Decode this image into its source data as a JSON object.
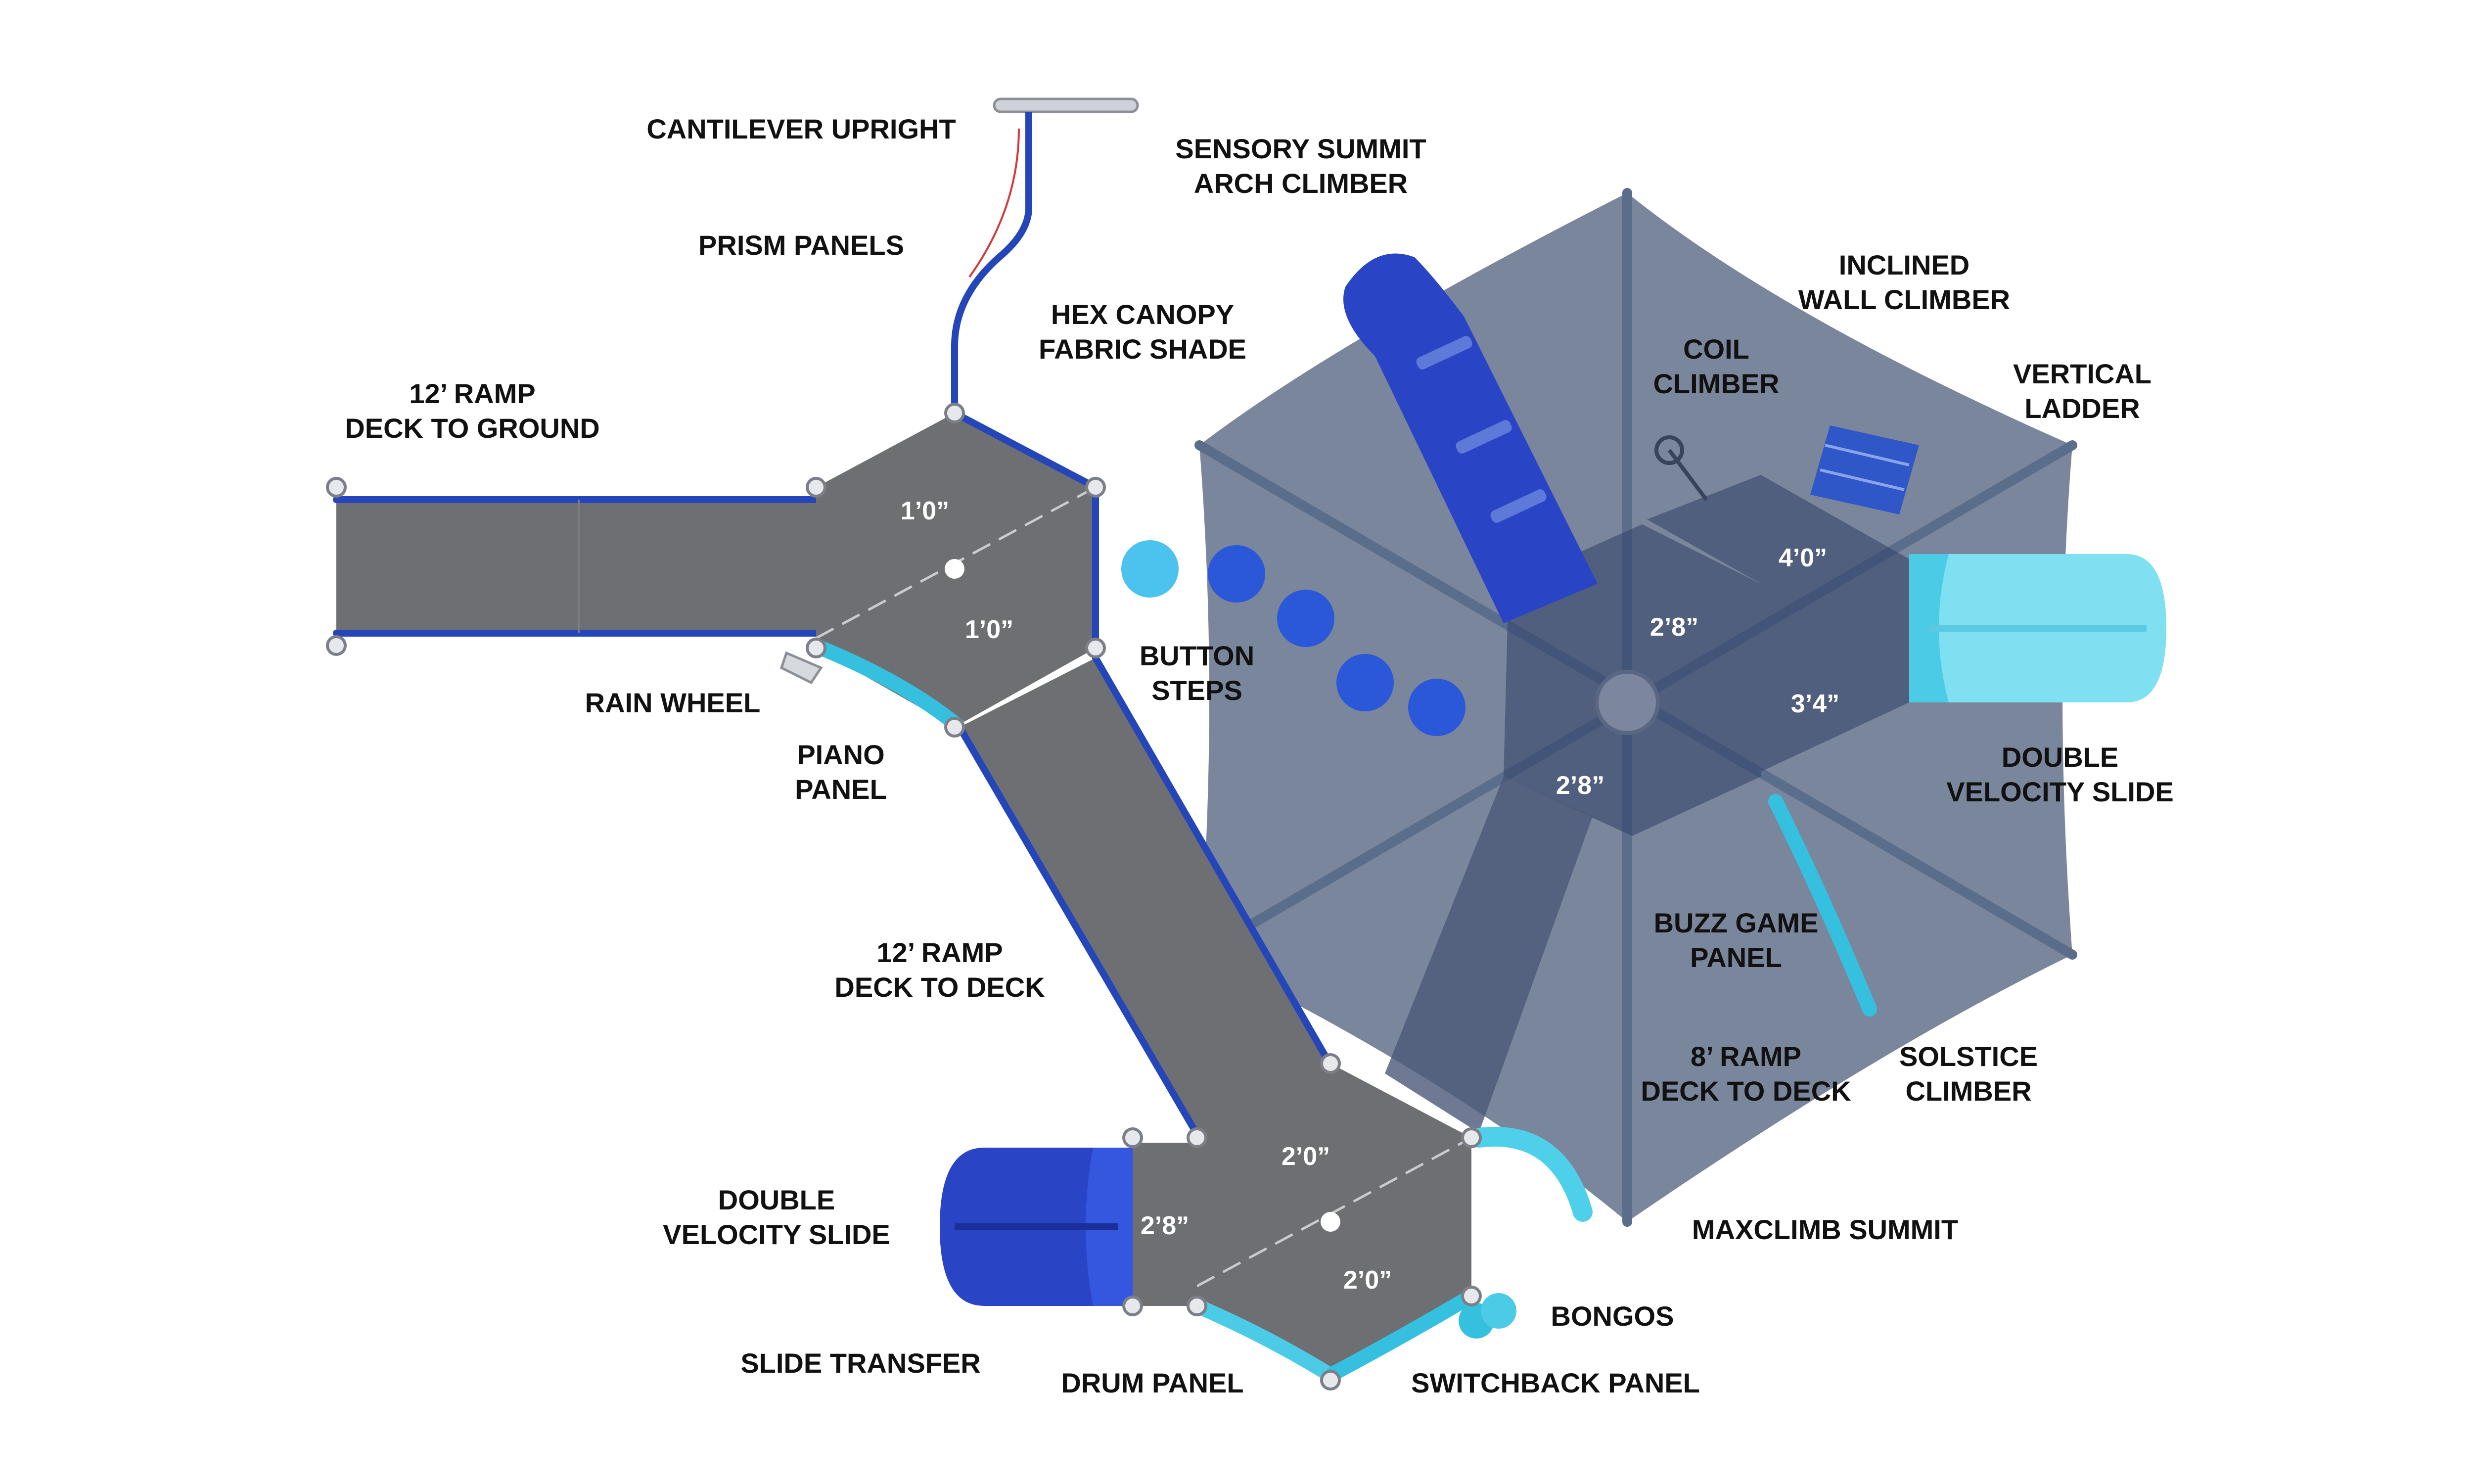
{
  "colors": {
    "deck": "#6e6f73",
    "deck_edge": "#2446b8",
    "canopy": "#55647f",
    "canopy_frame": "#5a6e8c",
    "blue_component": "#2a44c6",
    "light_blue_component": "#35c0e0",
    "label_text": "#111111",
    "dimension_text": "#ffffff"
  },
  "labels": {
    "cantilever_upright": "CANTILEVER UPRIGHT",
    "prism_panels": "PRISM PANELS",
    "sensory_summit_1": "SENSORY SUMMIT",
    "sensory_summit_2": "ARCH CLIMBER",
    "hex_canopy_1": "HEX CANOPY",
    "hex_canopy_2": "FABRIC SHADE",
    "inclined_wall_1": "INCLINED",
    "inclined_wall_2": "WALL CLIMBER",
    "coil_climber_1": "COIL",
    "coil_climber_2": "CLIMBER",
    "vertical_ladder_1": "VERTICAL",
    "vertical_ladder_2": "LADDER",
    "ramp_ground_1": "12’ RAMP",
    "ramp_ground_2": "DECK TO GROUND",
    "rain_wheel": "RAIN WHEEL",
    "button_steps_1": "BUTTON",
    "button_steps_2": "STEPS",
    "piano_panel_1": "PIANO",
    "piano_panel_2": "PANEL",
    "double_slide_right_1": "DOUBLE",
    "double_slide_right_2": "VELOCITY SLIDE",
    "buzz_game_1": "BUZZ GAME",
    "buzz_game_2": "PANEL",
    "ramp_deck_1": "12’ RAMP",
    "ramp_deck_2": "DECK TO DECK",
    "ramp8_1": "8’ RAMP",
    "ramp8_2": "DECK TO DECK",
    "solstice_1": "SOLSTICE",
    "solstice_2": "CLIMBER",
    "maxclimb": "MAXCLIMB SUMMIT",
    "double_slide_left_1": "DOUBLE",
    "double_slide_left_2": "VELOCITY SLIDE",
    "bongos": "BONGOS",
    "slide_transfer": "SLIDE TRANSFER",
    "drum_panel": "DRUM PANEL",
    "switchback_panel": "SWITCHBACK PANEL"
  },
  "dimensions": {
    "top_hex_upper": "1’0”",
    "top_hex_lower": "1’0”",
    "center_left": "2’8”",
    "center_lower": "2’8”",
    "right_upper": "4’0”",
    "right_lower": "3’4”",
    "bottom_hex_upper": "2’0”",
    "bottom_hex_lower": "2’0”",
    "transfer_deck": "2’8”"
  }
}
